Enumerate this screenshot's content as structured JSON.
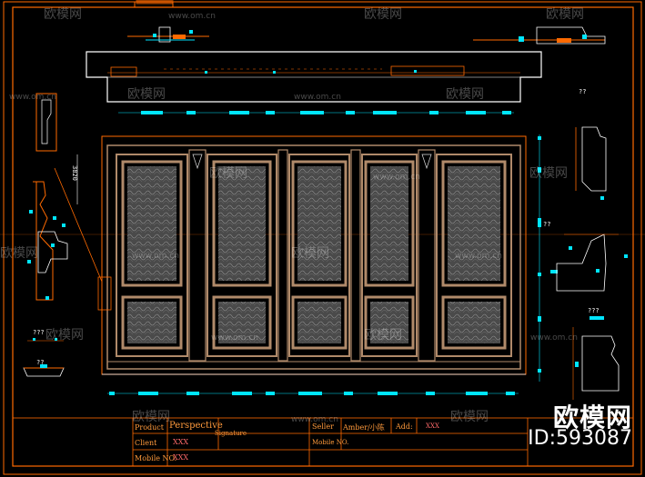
{
  "drawing": {
    "title_block": {
      "product_label": "Product",
      "product_value": "Perspective",
      "signature_label": "Signature",
      "client_label": "Client",
      "client_value": "XXX",
      "mobile_label": "Mobile NO.",
      "mobile_value": "XXX",
      "seller_label": "Seller",
      "seller_value": "Amber/小陈",
      "seller_mobile_label": "Mobile NO.",
      "add_label": "Add:",
      "add_value": "XXX"
    },
    "annotations": {
      "height_mark": "3820",
      "q1": "??",
      "q2": "??",
      "q3": "???",
      "q4": "???",
      "q5": "??"
    },
    "watermark": {
      "text": "欧模网",
      "url": "www.om.cn"
    },
    "brand": {
      "name": "欧模网",
      "id": "ID:593087"
    },
    "colors": {
      "background": "#000000",
      "frame_orange": "#ff6a00",
      "cyan": "#00e5ff",
      "white": "#ffffff",
      "panel_fill": "#5a5a5a",
      "molding": "#b08a6a"
    }
  }
}
